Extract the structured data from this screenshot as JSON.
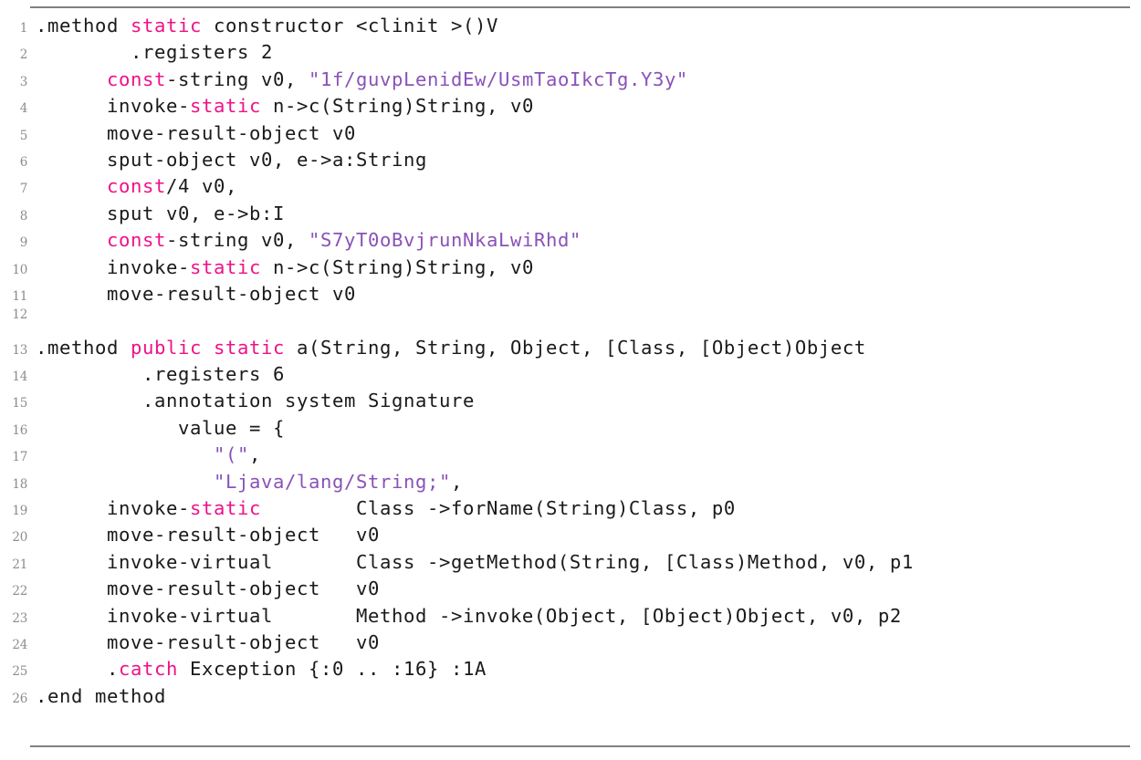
{
  "listing": {
    "language": "smali",
    "colors": {
      "keyword": "#ee1289",
      "string": "#8a52b8",
      "text": "#1a1a1a",
      "lineno": "#8c8c8c",
      "rule": "#808080",
      "background": "#ffffff"
    },
    "first_line_number": 1,
    "lines": [
      {
        "n": "1",
        "tokens": [
          {
            "t": ".method ",
            "c": "txt"
          },
          {
            "t": "static",
            "c": "kw"
          },
          {
            "t": " constructor <clinit >()V",
            "c": "txt"
          }
        ]
      },
      {
        "n": "2",
        "tokens": [
          {
            "t": "        .registers 2",
            "c": "txt"
          }
        ]
      },
      {
        "n": "3",
        "tokens": [
          {
            "t": "      ",
            "c": "txt"
          },
          {
            "t": "const",
            "c": "kw"
          },
          {
            "t": "-string v0, ",
            "c": "txt"
          },
          {
            "t": "\"1f/guvpLenidEw/UsmTaoIkcTg.Y3y\"",
            "c": "str"
          }
        ]
      },
      {
        "n": "4",
        "tokens": [
          {
            "t": "      invoke-",
            "c": "txt"
          },
          {
            "t": "static",
            "c": "kw"
          },
          {
            "t": " n->c(String)String, v0",
            "c": "txt"
          }
        ]
      },
      {
        "n": "5",
        "tokens": [
          {
            "t": "      move-result-object v0",
            "c": "txt"
          }
        ]
      },
      {
        "n": "6",
        "tokens": [
          {
            "t": "      sput-object v0, e->a:String",
            "c": "txt"
          }
        ]
      },
      {
        "n": "7",
        "tokens": [
          {
            "t": "      ",
            "c": "txt"
          },
          {
            "t": "const",
            "c": "kw"
          },
          {
            "t": "/4 v0,",
            "c": "txt"
          }
        ]
      },
      {
        "n": "8",
        "tokens": [
          {
            "t": "      sput v0, e->b:I",
            "c": "txt"
          }
        ]
      },
      {
        "n": "9",
        "tokens": [
          {
            "t": "      ",
            "c": "txt"
          },
          {
            "t": "const",
            "c": "kw"
          },
          {
            "t": "-string v0, ",
            "c": "txt"
          },
          {
            "t": "\"S7yT0oBvjrunNkaLwiRhd\"",
            "c": "str"
          }
        ]
      },
      {
        "n": "10",
        "tokens": [
          {
            "t": "      invoke-",
            "c": "txt"
          },
          {
            "t": "static",
            "c": "kw"
          },
          {
            "t": " n->c(String)String, v0",
            "c": "txt"
          }
        ]
      },
      {
        "n": "11",
        "tokens": [
          {
            "t": "      move-result-object v0",
            "c": "txt"
          }
        ]
      },
      {
        "n": "12",
        "tokens": [
          {
            "t": "",
            "c": "txt"
          }
        ]
      },
      {
        "n": "13",
        "tokens": [
          {
            "t": ".method ",
            "c": "txt"
          },
          {
            "t": "public static",
            "c": "kw"
          },
          {
            "t": " a(String, String, Object, [Class, [Object)Object",
            "c": "txt"
          }
        ]
      },
      {
        "n": "14",
        "tokens": [
          {
            "t": "         .registers 6",
            "c": "txt"
          }
        ]
      },
      {
        "n": "15",
        "tokens": [
          {
            "t": "         .annotation system Signature",
            "c": "txt"
          }
        ]
      },
      {
        "n": "16",
        "tokens": [
          {
            "t": "            value = {",
            "c": "txt"
          }
        ]
      },
      {
        "n": "17",
        "tokens": [
          {
            "t": "               ",
            "c": "txt"
          },
          {
            "t": "\"(\"",
            "c": "str"
          },
          {
            "t": ",",
            "c": "txt"
          }
        ]
      },
      {
        "n": "18",
        "tokens": [
          {
            "t": "               ",
            "c": "txt"
          },
          {
            "t": "\"Ljava/lang/String;\"",
            "c": "str"
          },
          {
            "t": ",",
            "c": "txt"
          }
        ]
      },
      {
        "n": "19",
        "tokens": [
          {
            "t": "      invoke-",
            "c": "txt"
          },
          {
            "t": "static",
            "c": "kw"
          },
          {
            "t": "        Class ->forName(String)Class, p0",
            "c": "txt"
          }
        ]
      },
      {
        "n": "20",
        "tokens": [
          {
            "t": "      move-result-object   v0",
            "c": "txt"
          }
        ]
      },
      {
        "n": "21",
        "tokens": [
          {
            "t": "      invoke-virtual       Class ->getMethod(String, [Class)Method, v0, p1",
            "c": "txt"
          }
        ]
      },
      {
        "n": "22",
        "tokens": [
          {
            "t": "      move-result-object   v0",
            "c": "txt"
          }
        ]
      },
      {
        "n": "23",
        "tokens": [
          {
            "t": "      invoke-virtual       Method ->invoke(Object, [Object)Object, v0, p2",
            "c": "txt"
          }
        ]
      },
      {
        "n": "24",
        "tokens": [
          {
            "t": "      move-result-object   v0",
            "c": "txt"
          }
        ]
      },
      {
        "n": "25",
        "tokens": [
          {
            "t": "      .",
            "c": "txt"
          },
          {
            "t": "catch",
            "c": "kw"
          },
          {
            "t": " Exception {:0 .. :16} :1A",
            "c": "txt"
          }
        ]
      },
      {
        "n": "26",
        "tokens": [
          {
            "t": ".end method",
            "c": "txt"
          }
        ]
      }
    ]
  }
}
